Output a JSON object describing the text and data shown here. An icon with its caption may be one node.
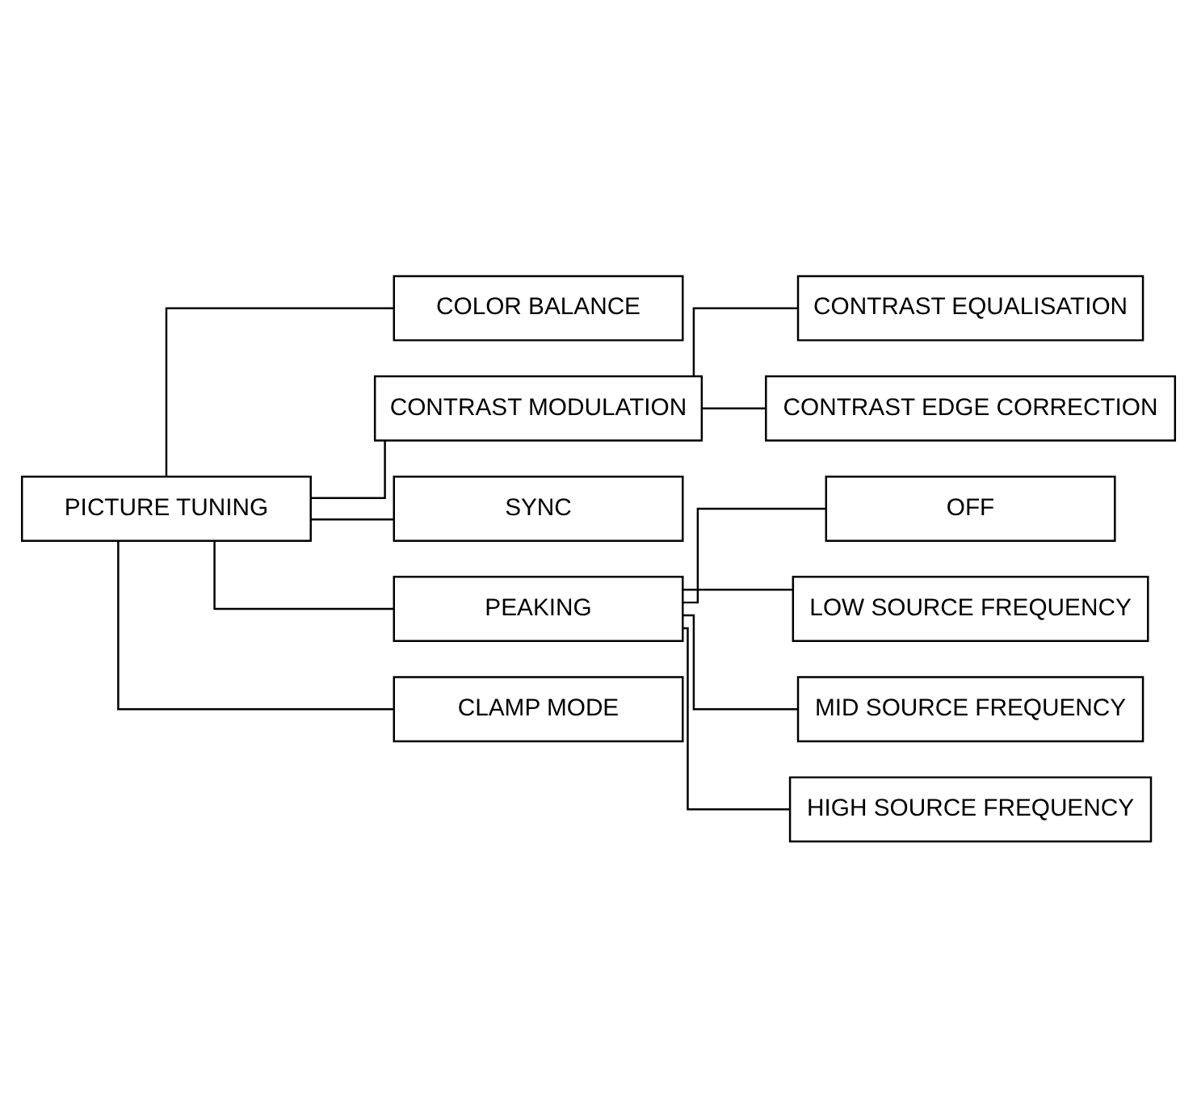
{
  "diagram": {
    "nodes": [
      {
        "text": [
          "PICTURE TUNING"
        ]
      },
      {
        "text": [
          "COLOR BALANCE"
        ]
      },
      {
        "text": [
          "CONTRAST MODULATION"
        ]
      },
      {
        "text": [
          "CONTRAST EQUALISATION"
        ]
      },
      {
        "text": [
          "CONTRAST EDGE CORRECTION"
        ]
      },
      {
        "text": [
          "SYNC"
        ]
      },
      {
        "text": [
          "PEAKING"
        ]
      },
      {
        "text": [
          "OFF"
        ]
      },
      {
        "text": [
          "LOW SOURCE FREQUENCY"
        ]
      },
      {
        "text": [
          "MID SOURCE FREQUENCY"
        ]
      },
      {
        "text": [
          "HIGH SOURCE FREQUENCY"
        ]
      },
      {
        "text": [
          "CLAMP MODE"
        ]
      }
    ],
    "edges": [
      {
        "from": 0,
        "to": 1,
        "arrow": "none"
      },
      {
        "from": 0,
        "to": 2,
        "arrow": "none"
      },
      {
        "from": 0,
        "to": 5,
        "arrow": "none"
      },
      {
        "from": 0,
        "to": 6,
        "arrow": "none"
      },
      {
        "from": 0,
        "to": 11,
        "arrow": "none"
      },
      {
        "from": 2,
        "to": 3,
        "arrow": "none"
      },
      {
        "from": 2,
        "to": 4,
        "arrow": "none"
      },
      {
        "from": 6,
        "to": 7,
        "arrow": "none"
      },
      {
        "from": 6,
        "to": 8,
        "arrow": "none"
      },
      {
        "from": 6,
        "to": 9,
        "arrow": "none"
      },
      {
        "from": 6,
        "to": 10,
        "arrow": "none"
      }
    ]
  }
}
